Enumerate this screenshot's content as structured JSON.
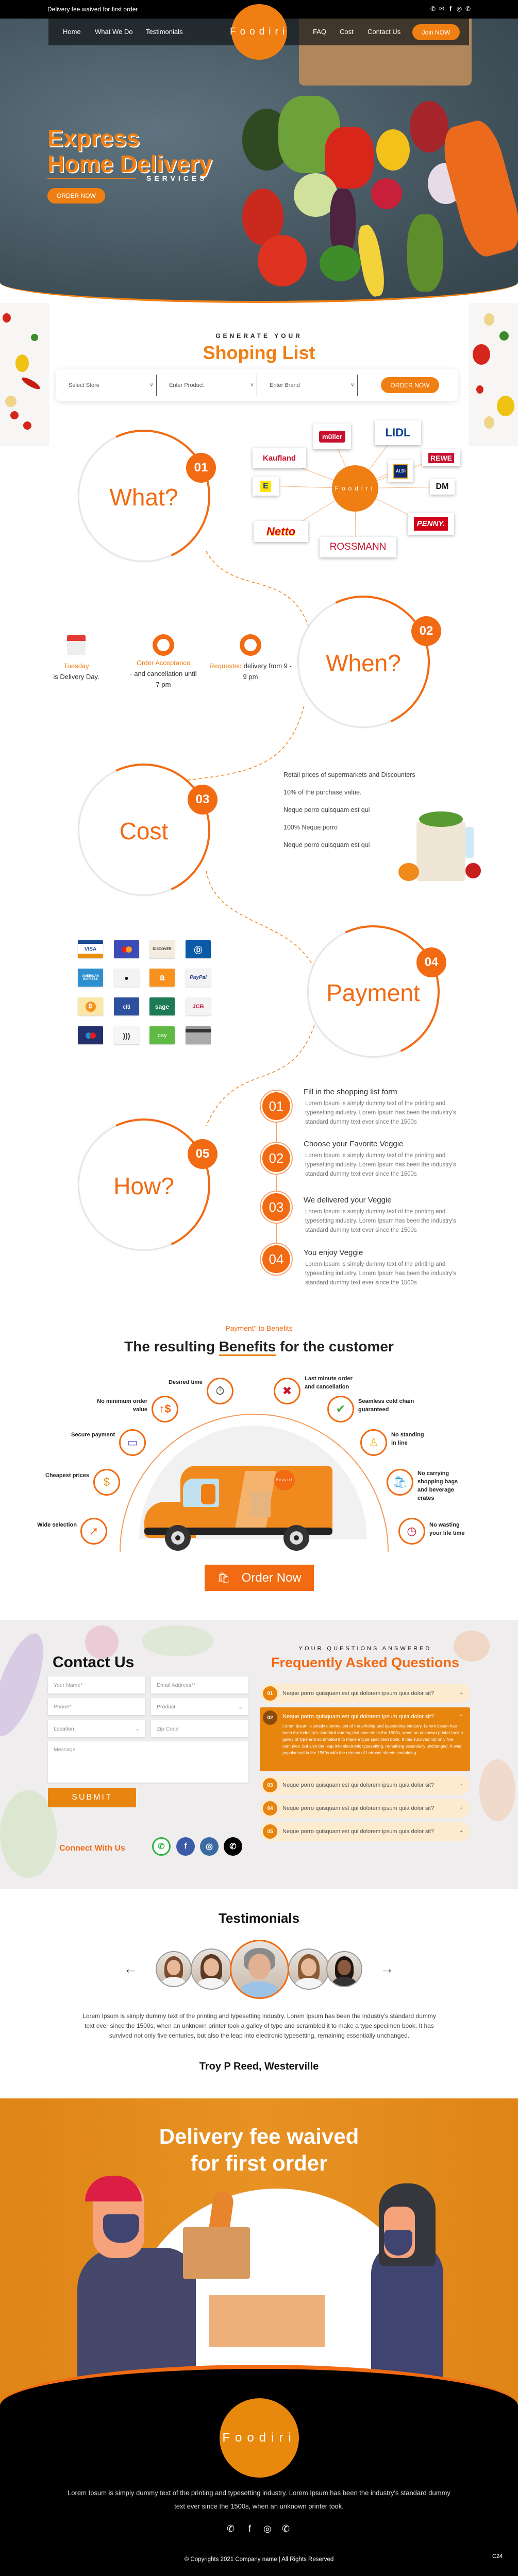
{
  "topbar": {
    "promo": "Delivery fee waived for first order",
    "icons": [
      "phone-icon",
      "mail-icon",
      "facebook-icon",
      "instagram-icon",
      "whatsapp-icon"
    ]
  },
  "nav": {
    "left": [
      "Home",
      "What We Do",
      "Testimonials"
    ],
    "right": [
      "FAQ",
      "Cost",
      "Contact Us"
    ],
    "join": "Join NOW",
    "logo": "Foodiri"
  },
  "hero": {
    "line1": "Express",
    "line2": "Home Delivery",
    "tag": "SERVICES",
    "cta": "ORDER NOW"
  },
  "shopping": {
    "kicker": "GENERATE YOUR",
    "title": "Shoping List",
    "fields": [
      "Select Store",
      "Enter Product",
      "Enter Brand"
    ],
    "cta": "ORDER NOW"
  },
  "what": {
    "num": "01",
    "title": "What?",
    "hub": "Foodiri",
    "brands": [
      "müller",
      "LIDL",
      "Kaufland",
      "REWE",
      "ALDI",
      "E",
      "DM",
      "PENNY.",
      "Netto",
      "ROSSMANN"
    ]
  },
  "when": {
    "num": "02",
    "title": "When?",
    "items": [
      {
        "hl": "Tuesday",
        "rest": "is Delivery Day."
      },
      {
        "hl": "Order Acceptance",
        "rest": "- and cancellation until 7 pm"
      },
      {
        "hl": "Requested",
        "rest": "delivery from 9 - 9 pm"
      }
    ]
  },
  "cost": {
    "num": "03",
    "title": "Cost",
    "lines": [
      "Retail prices of supermarkets and Discounters",
      "10% of the purchase value.",
      "Neque porro quisquam est qui",
      "100% Neque porro",
      "Neque porro quisquam est qui"
    ]
  },
  "payment": {
    "num": "04",
    "title": "Payment",
    "methods": [
      "VISA",
      "mastercard",
      "DISCOVER",
      "diners",
      "AMERICAN EXPRESS",
      "apple",
      "a",
      "PayPal",
      "₿",
      "citi",
      "sage",
      "JCB",
      "maestro",
      "contactless",
      "pay",
      "card"
    ]
  },
  "how": {
    "num": "05",
    "title": "How?",
    "steps": [
      {
        "num": "01",
        "title": "Fill in the shopping list form",
        "body": "Lorem Ipsum is simply dummy text of the printing and typesetting industry. Lorem Ipsum has been the industry's standard dummy text ever since the 1500s"
      },
      {
        "num": "02",
        "title": "Choose your Favorite Veggie",
        "body": "Lorem Ipsum is simply dummy text of the printing and typesetting industry. Lorem Ipsum has been the industry's standard dummy text ever since the 1500s"
      },
      {
        "num": "03",
        "title": "We delivered your Veggie",
        "body": "Lorem Ipsum is simply dummy text of the printing and typesetting industry. Lorem Ipsum has been the industry's standard dummy text ever since the 1500s"
      },
      {
        "num": "04",
        "title": "You enjoy Veggie",
        "body": "Lorem Ipsum is simply dummy text of the printing and typesetting industry. Lorem Ipsum has been the industry's standard dummy text ever since the 1500s"
      }
    ]
  },
  "benefits": {
    "kicker": "Payment\" to Benefits",
    "title_pre": "The resulting ",
    "title_hl": "Benefits",
    "title_post": " for the customer",
    "van_logo": "Foodiri",
    "cta": "Order Now",
    "items": [
      "Desired time",
      "Last minute order and cancellation",
      "No minimum order value",
      "Seamless cold chain guaranteed",
      "Secure payment",
      "No standing in line",
      "Cheapest prices",
      "No carrying shopping bags and beverage crates",
      "Wide selection",
      "No wasting your life time"
    ]
  },
  "contact": {
    "title": "Contact Us",
    "fields": {
      "name": "Your Name*",
      "email": "Email Address**",
      "phone": "Phone*",
      "product": "Product",
      "location": "Location",
      "zip": "Zip Code",
      "message": "Message"
    },
    "submit": "SUBMIT",
    "connect": "Connect With Us"
  },
  "faq": {
    "kicker": "YOUR QUESTIONS ANSWERED",
    "title": "Frequently Asked Questions",
    "items": [
      {
        "num": "01",
        "q": "Neque porro quisquam est qui dolorem ipsum quia dolor sit?",
        "toggle": "+"
      },
      {
        "num": "02",
        "q": "Neque porro quisquam est qui dolorem ipsum quia dolor sit?",
        "toggle": "−",
        "answer": "Lorem Ipsum is simply dummy text of the printing and typesetting industry. Lorem Ipsum has been the industry's standard dummy text ever since the 1500s, when an unknown printer took a galley of type and scrambled it to make a type specimen book. It has survived not only five centuries, but also the leap into electronic typesetting, remaining essentially unchanged. It was popularised in the 1960s with the release of Letraset sheets containing."
      },
      {
        "num": "03",
        "q": "Neque porro quisquam est qui dolorem ipsum quia dolor sit?",
        "toggle": "+"
      },
      {
        "num": "04",
        "q": "Neque porro quisquam est qui dolorem ipsum quia dolor sit?",
        "toggle": "+"
      },
      {
        "num": "05",
        "q": "Neque porro quisquam est qui dolorem ipsum quia dolor sit?",
        "toggle": "+"
      }
    ]
  },
  "testimonials": {
    "title": "Testimonials",
    "prev": "←",
    "next": "→",
    "quote": "Lorem Ipsum is simply dummy text of the printing and typesetting industry. Lorem Ipsum has been the industry's standard dummy text ever since the 1500s, when an unknown printer took a galley of type and scrambled it to make a type specimen book. It has survived not only five centuries, but also the leap into electronic typesetting, remaining essentially unchanged.",
    "author": "Troy P Reed, Westerville"
  },
  "promo": {
    "line1": "Delivery fee waived",
    "line2": "for first order"
  },
  "footer": {
    "logo": "Foodiri",
    "text": "Lorem Ipsum is simply dummy text of the printing and typesetting industry. Lorem Ipsum has been the industry's standard dummy text ever since the 1500s, when an unknown printer took.",
    "copyright": "© Copyrights 2021 Company name | All Rights Reserved",
    "code": "C24"
  },
  "colors": {
    "orange": "#f26a12",
    "amber": "#e8850e",
    "dark": "#000000"
  }
}
